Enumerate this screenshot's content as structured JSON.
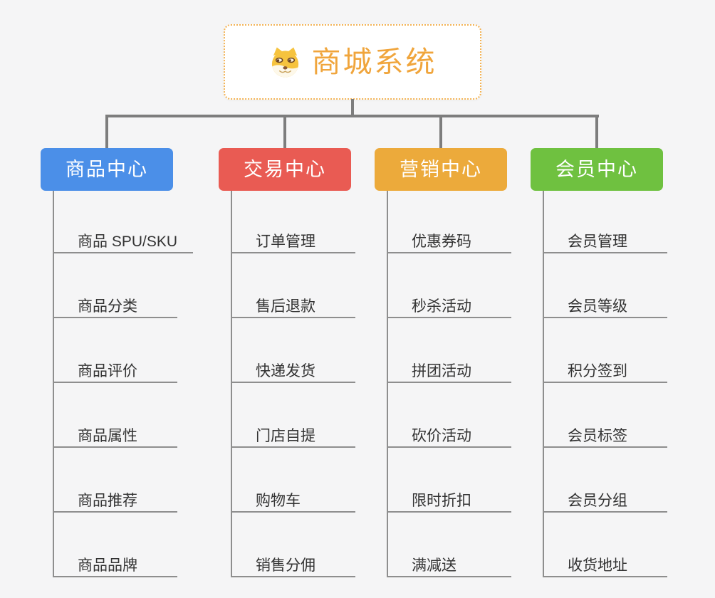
{
  "root": {
    "title": "商城系统",
    "icon": "dog-face-icon"
  },
  "branches": [
    {
      "label": "商品中心",
      "color": "#4b8fe8",
      "children": [
        "商品 SPU/SKU",
        "商品分类",
        "商品评价",
        "商品属性",
        "商品推荐",
        "商品品牌"
      ]
    },
    {
      "label": "交易中心",
      "color": "#e95b53",
      "children": [
        "订单管理",
        "售后退款",
        "快递发货",
        "门店自提",
        "购物车",
        "销售分佣"
      ]
    },
    {
      "label": "营销中心",
      "color": "#ecaa3b",
      "children": [
        "优惠券码",
        "秒杀活动",
        "拼团活动",
        "砍价活动",
        "限时折扣",
        "满减送"
      ]
    },
    {
      "label": "会员中心",
      "color": "#6fc140",
      "children": [
        "会员管理",
        "会员等级",
        "积分签到",
        "会员标签",
        "会员分组",
        "收货地址"
      ]
    }
  ],
  "colors": {
    "background": "#f5f5f6",
    "root_border": "#f3b355",
    "root_title": "#f0a53c",
    "connector": "#7d7d7d",
    "child_line": "#8e8e8e",
    "child_text": "#333333"
  }
}
